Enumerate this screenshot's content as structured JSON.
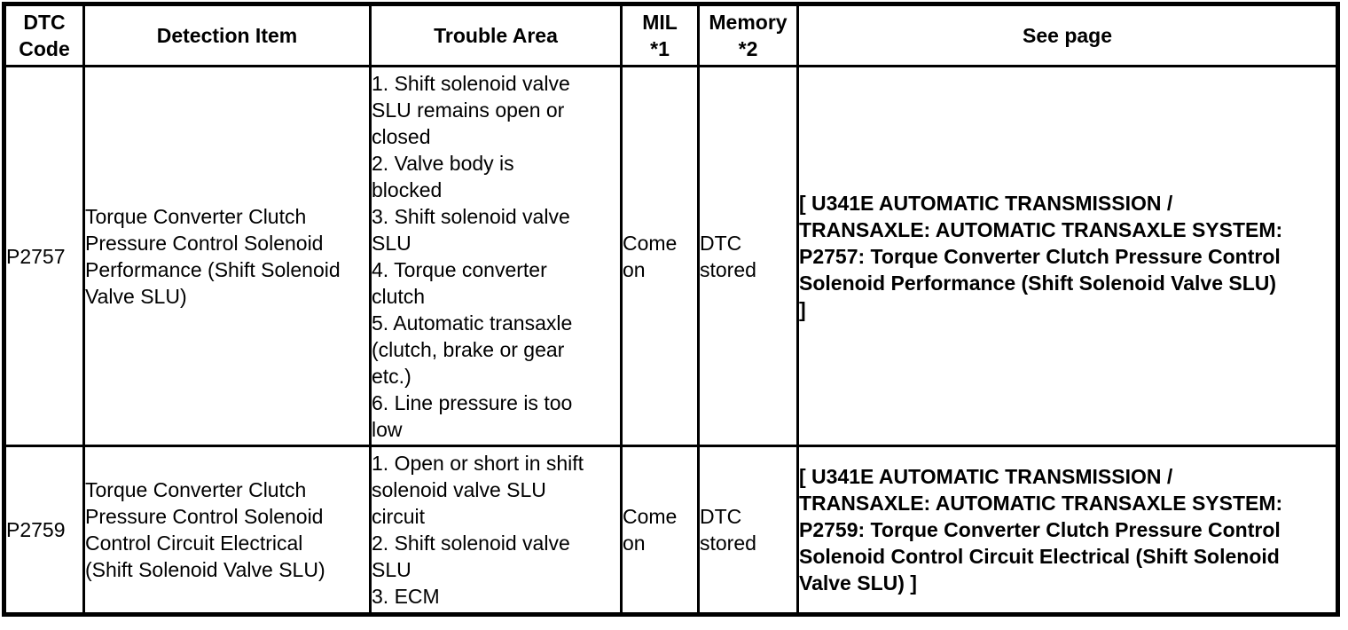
{
  "table": {
    "headers": [
      {
        "label": "DTC\nCode"
      },
      {
        "label": "Detection Item"
      },
      {
        "label": "Trouble Area"
      },
      {
        "label": "MIL\n*1"
      },
      {
        "label": "Memory\n*2"
      },
      {
        "label": "See page"
      }
    ],
    "rows": [
      {
        "dtc_code": "P2757",
        "detection_item": "Torque Converter Clutch\nPressure Control Solenoid\nPerformance (Shift Solenoid\nValve SLU)",
        "trouble_area": "1. Shift solenoid valve\nSLU remains open or\nclosed\n2. Valve body is\nblocked\n3. Shift solenoid valve\nSLU\n4. Torque converter\nclutch\n5. Automatic transaxle\n(clutch, brake or gear\netc.)\n6. Line pressure is too\nlow",
        "mil": "Come\non",
        "memory": "DTC\nstored",
        "see_page": "[ U341E AUTOMATIC TRANSMISSION /\nTRANSAXLE: AUTOMATIC TRANSAXLE SYSTEM:\nP2757: Torque Converter Clutch Pressure Control\nSolenoid Performance (Shift Solenoid Valve SLU)\n]"
      },
      {
        "dtc_code": "P2759",
        "detection_item": "Torque Converter Clutch\nPressure Control Solenoid\nControl Circuit Electrical\n(Shift Solenoid Valve SLU)",
        "trouble_area": "1. Open or short in shift\nsolenoid valve SLU\ncircuit\n2. Shift solenoid valve\nSLU\n3. ECM",
        "mil": "Come\non",
        "memory": "DTC\nstored",
        "see_page": "[ U341E AUTOMATIC TRANSMISSION /\nTRANSAXLE: AUTOMATIC TRANSAXLE SYSTEM:\nP2759: Torque Converter Clutch Pressure Control\nSolenoid Control Circuit Electrical (Shift Solenoid\nValve SLU) ]"
      }
    ]
  },
  "colors": {
    "border": "#000000",
    "text": "#000000",
    "background": "#ffffff"
  }
}
